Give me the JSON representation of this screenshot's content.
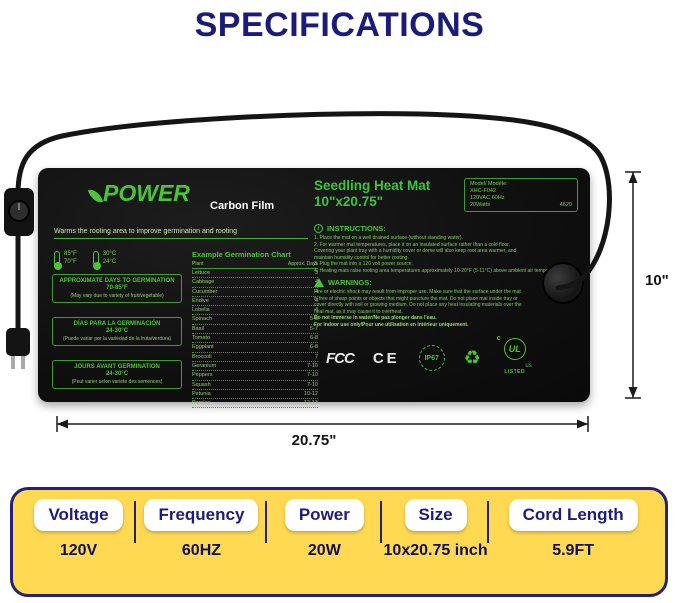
{
  "page": {
    "title": "SPECIFICATIONS"
  },
  "heat_mat": {
    "brand": "POWER",
    "brand_suffix": "Carbon Film",
    "tagline": "Warms the rooting area to improve germination and rooting",
    "temps": [
      {
        "high": "85°F",
        "low": "70°F"
      },
      {
        "high": "30°C",
        "low": "24°C"
      }
    ],
    "info_boxes": [
      {
        "title": "APPROXIMATE DAYS TO GERMINATION",
        "subtitle": "70-85°F",
        "note": "(May vary due to variety of fruit/vegetable)"
      },
      {
        "title": "DÍAS PARA LA GERMINACIÓN",
        "subtitle": "24-30°C",
        "note": "(Puede variar por la variedad de la fruta/verdura)"
      },
      {
        "title": "JOURS AVANT GERMINATION",
        "subtitle": "24-30°C",
        "note": "(Peut varier selon variete des semences)"
      }
    ],
    "germination_chart": {
      "title": "Example Germination Chart",
      "col_plant": "Plant",
      "col_days": "Approx. Days",
      "rows": [
        {
          "plant": "Lettuce",
          "days": "3"
        },
        {
          "plant": "Cabbage",
          "days": "4"
        },
        {
          "plant": "Cucumber",
          "days": "4"
        },
        {
          "plant": "Endive",
          "days": "4"
        },
        {
          "plant": "Lobelia",
          "days": "4"
        },
        {
          "plant": "Spinach",
          "days": "5-6"
        },
        {
          "plant": "Basil",
          "days": "5-7"
        },
        {
          "plant": "Tomato",
          "days": "6-8"
        },
        {
          "plant": "Eggplant",
          "days": "6-8"
        },
        {
          "plant": "Broccoli",
          "days": "7"
        },
        {
          "plant": "Geranium",
          "days": "7-10"
        },
        {
          "plant": "Peppers",
          "days": "7-10"
        },
        {
          "plant": "Squash",
          "days": "7-10"
        },
        {
          "plant": "Petunia",
          "days": "10-12"
        },
        {
          "plant": "Parsley",
          "days": "12-13"
        }
      ]
    },
    "product_title": "Seedling Heat Mat",
    "product_size": "10\"x20.75\"",
    "model_box": {
      "label": "Model/ Modèle:",
      "model": "XHC-F042",
      "voltage": "120VAC 60Hz",
      "power": "20Watts",
      "code": "4620"
    },
    "instructions": {
      "title": "INSTRUCTIONS:",
      "lines": [
        "1. Place the mat on a well drained surface (without standing water).",
        "2. For warmer mat temperatures, place it on an insulated surface rather than a cold floor.",
        "Covering your plant tray with a humidity cover or dome will also keep root area warmer, and",
        "maintain humidity control for better rooting.",
        "3. Plug the mat into a 120 volt power source.",
        "4. Heating mats raise rooting area temperatures approximately 10-20°F (5-11°C) above ambient air temperature."
      ]
    },
    "warnings": {
      "title": "WARNINGS:",
      "lines": [
        "Fire or electric shock may result from improper use. Make sure that the surface under the mat",
        "is free of sharp points or objects that might puncture the mat. Do not place mat inside tray or",
        "cover directly with soil or growing medium. Do not place any heat insulating materials over the",
        "heat mat, as it may cause it to overheat.",
        "Do not immerse in water/Ne pas plonger dans l'eau.",
        "For indoor use only/Pour une utilisation en intérieur uniquement."
      ]
    },
    "certifications": {
      "fcc": "FCC",
      "ce": "CE",
      "ip67": "IP67",
      "recycle": "♻",
      "ul": "UL",
      "ul_c": "c",
      "ul_us": "us",
      "ul_listed": "LISTED"
    }
  },
  "dimensions": {
    "width_label": "20.75\"",
    "height_label": "10\""
  },
  "spec_table": {
    "columns": [
      {
        "header": "Voltage",
        "value": "120V"
      },
      {
        "header": "Frequency",
        "value": "60HZ"
      },
      {
        "header": "Power",
        "value": "20W"
      },
      {
        "header": "Size",
        "value": "10x20.75 inch"
      },
      {
        "header": "Cord Length",
        "value": "5.9FT"
      }
    ]
  }
}
